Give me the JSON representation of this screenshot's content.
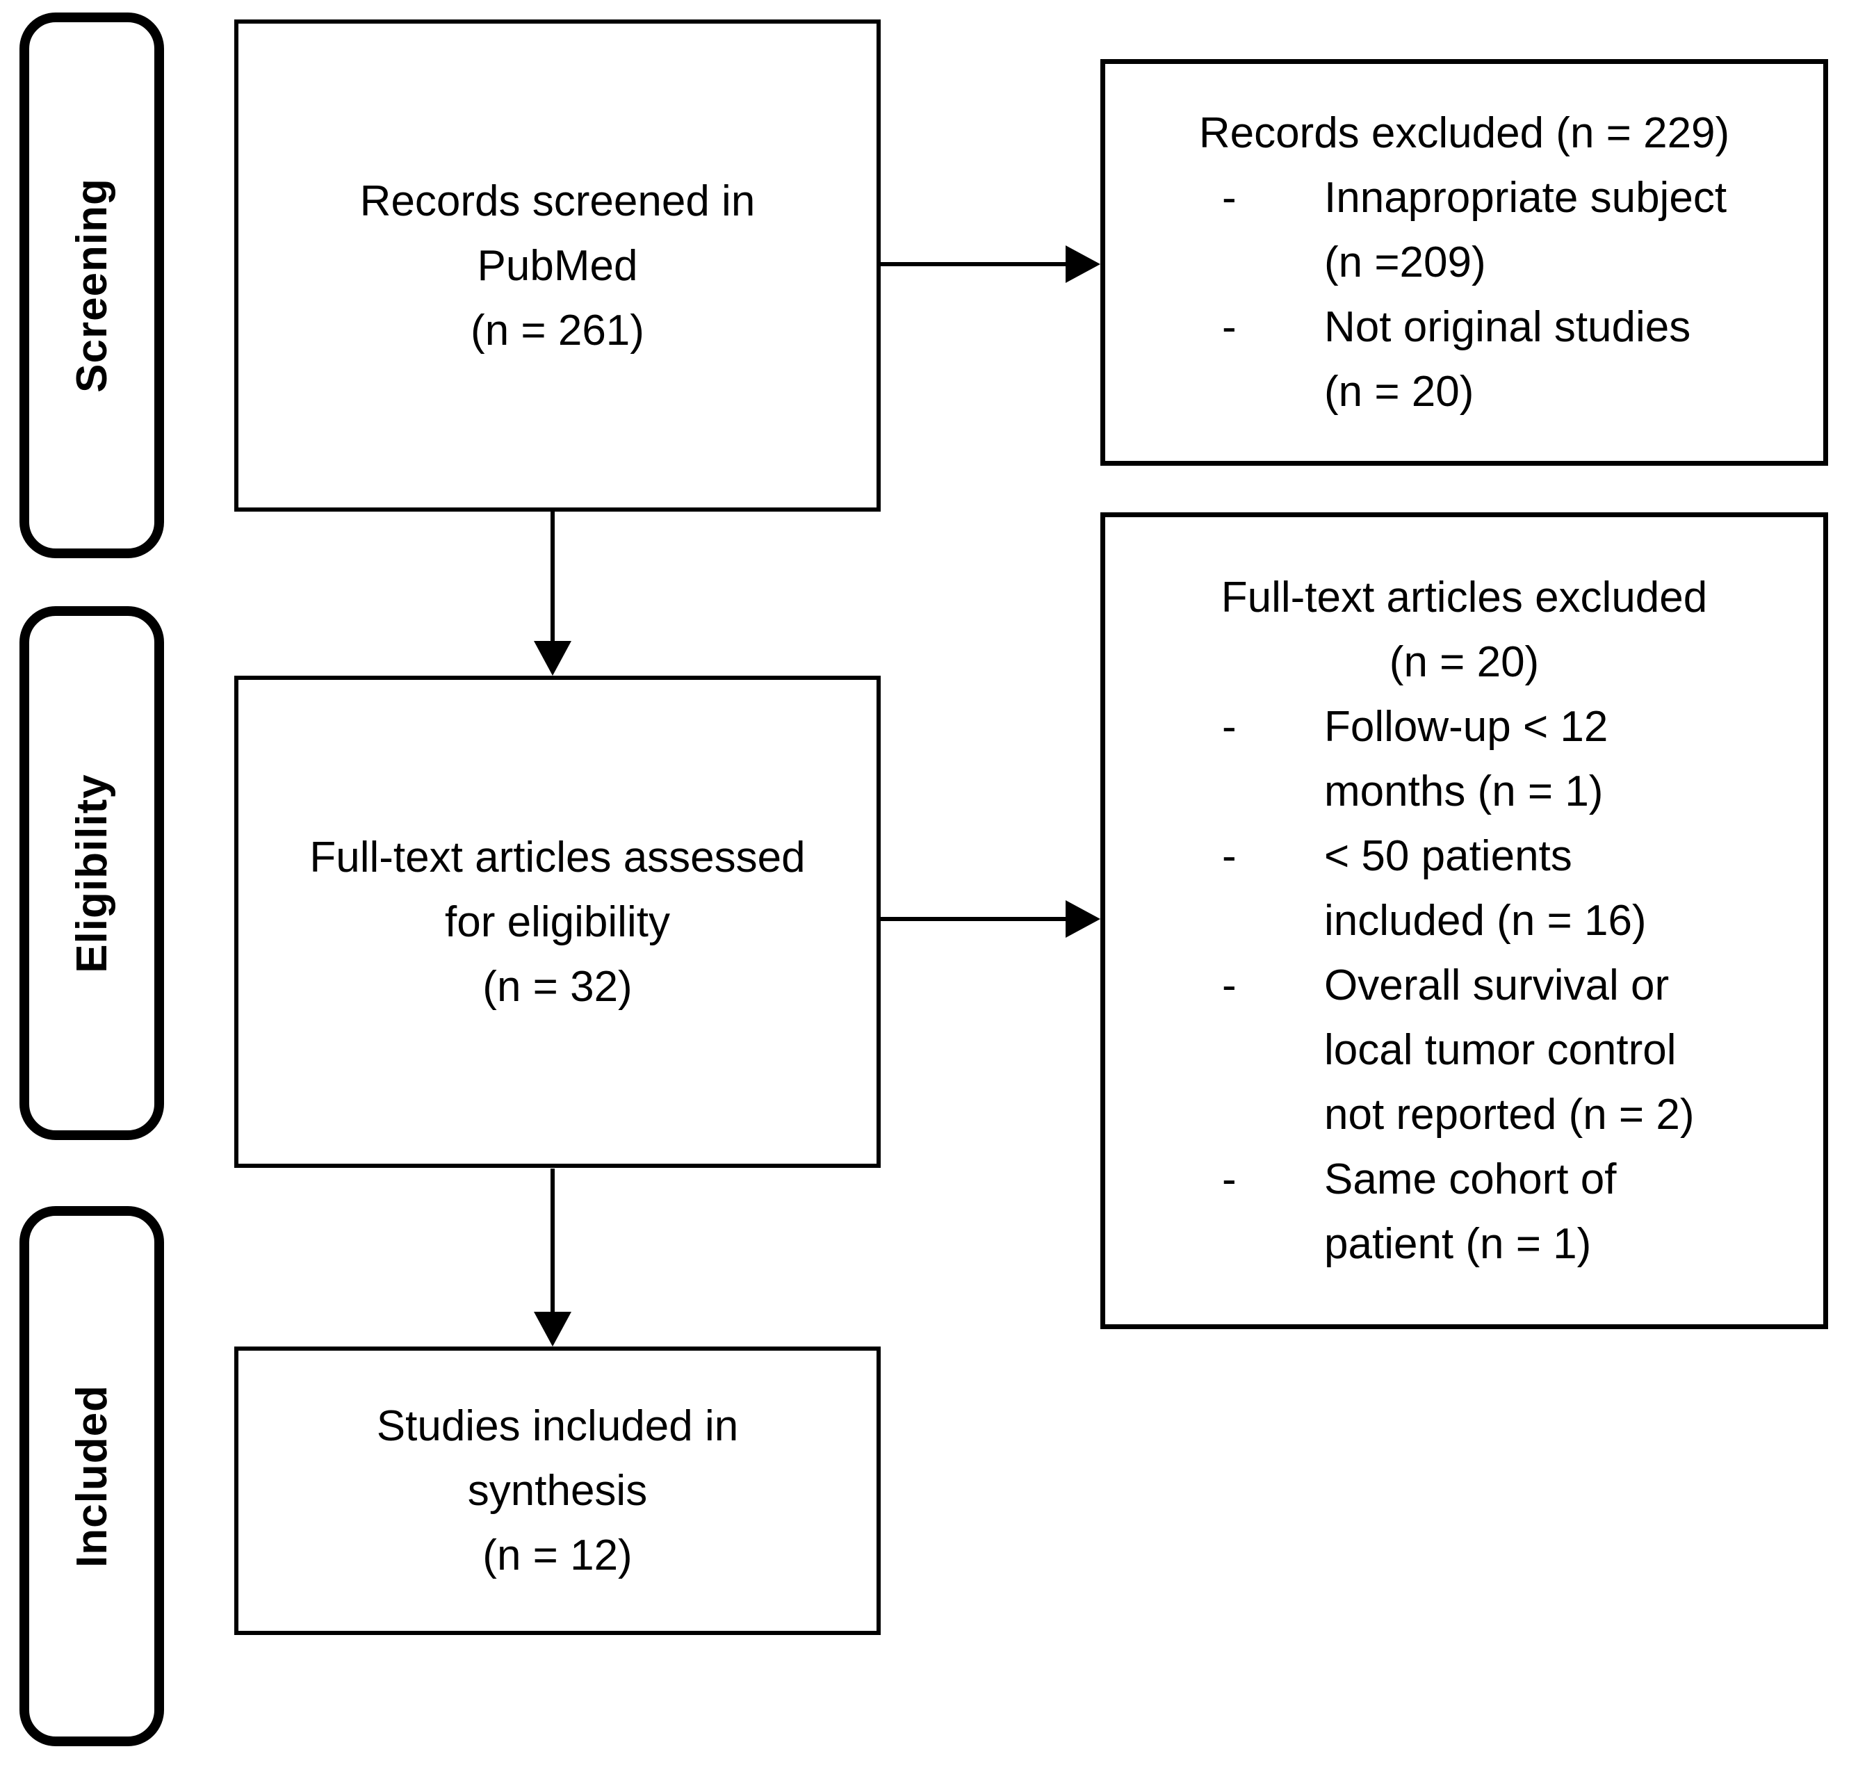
{
  "stages": [
    {
      "label": "Screening"
    },
    {
      "label": "Eligibility"
    },
    {
      "label": "Included"
    }
  ],
  "flow_boxes": {
    "screened": {
      "lines": [
        "Records screened in",
        "PubMed",
        "(n = 261)"
      ]
    },
    "assessed": {
      "lines": [
        "Full-text articles assessed",
        "for eligibility",
        "(n = 32)"
      ]
    },
    "included": {
      "lines": [
        "Studies included in",
        "synthesis",
        "(n = 12)"
      ]
    }
  },
  "exclusion_boxes": {
    "records_excluded": {
      "title": "Records excluded (n = 229)",
      "items": [
        {
          "marker": "-",
          "lines": [
            "Innapropriate subject",
            "(n =209)"
          ]
        },
        {
          "marker": "-",
          "lines": [
            "Not original studies",
            "(n = 20)"
          ]
        }
      ]
    },
    "fulltext_excluded": {
      "title_lines": [
        "Full-text articles excluded",
        "(n = 20)"
      ],
      "items": [
        {
          "marker": "-",
          "lines": [
            "Follow-up < 12",
            "months (n = 1)"
          ]
        },
        {
          "marker": "-",
          "lines": [
            "< 50 patients",
            "included (n = 16)"
          ]
        },
        {
          "marker": "-",
          "lines": [
            "Overall survival or",
            "local tumor control",
            "not reported (n = 2)"
          ]
        },
        {
          "marker": "-",
          "lines": [
            "Same cohort of",
            "patient (n = 1)"
          ]
        }
      ]
    }
  },
  "colors": {
    "line": "#000000",
    "text": "#000000",
    "background": "#ffffff"
  }
}
